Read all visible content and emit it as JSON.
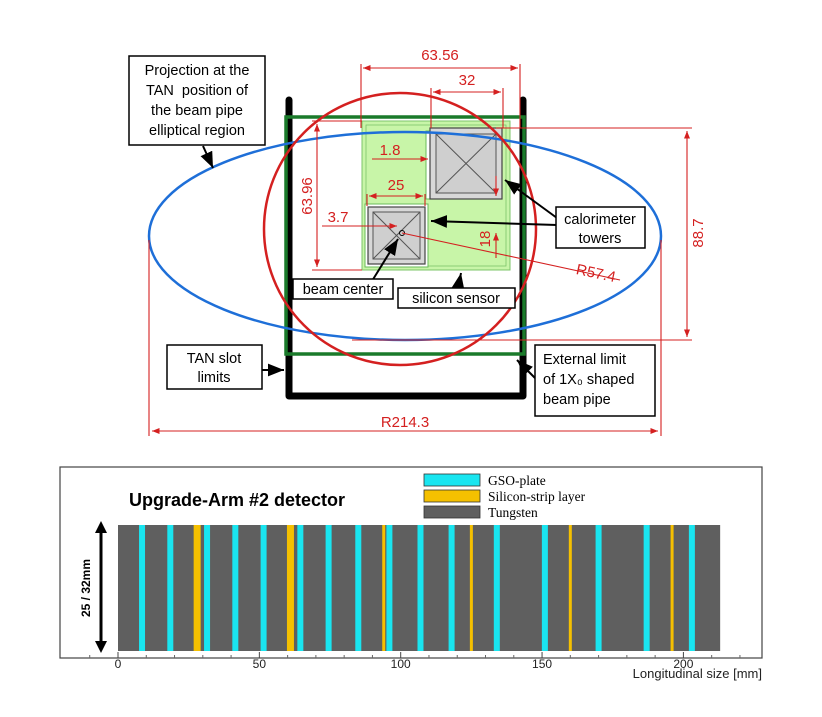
{
  "top_diagram": {
    "dimensions": {
      "d_63_56": "63.56",
      "d_32": "32",
      "d_63_96": "63.96",
      "d_1_8": "1.8",
      "d_25": "25",
      "d_3_7": "3.7",
      "d_18": "18",
      "d_r57_4": "R57.4",
      "d_88_7": "88.7",
      "d_r214_3": "R214.3"
    },
    "callouts": {
      "projection": [
        "Projection at the",
        "TAN  position of",
        "the beam pipe",
        "elliptical region"
      ],
      "calorimeter": [
        "calorimeter",
        "towers"
      ],
      "beam_center": "beam center",
      "silicon_sensor": "silicon sensor",
      "tan_slot": [
        "TAN slot",
        "limits"
      ],
      "external_limit": [
        "External limit",
        "of 1X₀ shaped",
        "beam pipe"
      ]
    },
    "colors": {
      "dimension": "#d42020",
      "ellipse": "#1e6fd8",
      "slot_frame": "#1a7a2a",
      "sensor": "#c8f5a8"
    }
  },
  "bottom_chart": {
    "title": "Upgrade-Arm #2 detector",
    "ylabel": "25 / 32mm",
    "xlabel": "Longitudinal size [mm]",
    "legend": [
      {
        "label": "GSO-plate",
        "color": "#19e5f0"
      },
      {
        "label": "Silicon-strip layer",
        "color": "#f5c000"
      },
      {
        "label": "Tungsten",
        "color": "#5f5f5f"
      }
    ]
  },
  "chart_data": {
    "type": "bar",
    "title": "Upgrade-Arm #2 detector",
    "xlabel": "Longitudinal size [mm]",
    "ylabel": "25 / 32mm",
    "xlim": [
      -10,
      230
    ],
    "xticks": [
      0,
      50,
      100,
      150,
      200
    ],
    "detector_range_mm": [
      0,
      213
    ],
    "gso_plates_mm": [
      8.5,
      18.5,
      31.5,
      41.5,
      51.5,
      64.5,
      74.5,
      85,
      96,
      107,
      118,
      134,
      151,
      170,
      187,
      203
    ],
    "silicon_layers_mm": [
      28,
      61,
      94,
      125,
      160,
      196
    ]
  }
}
